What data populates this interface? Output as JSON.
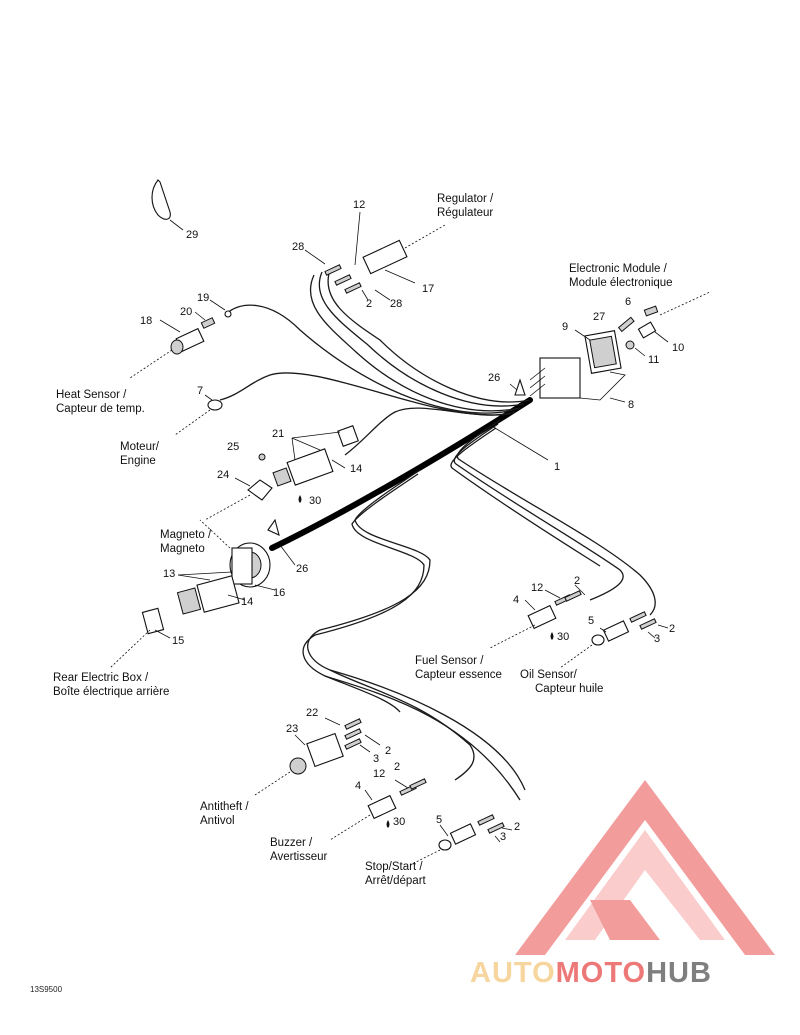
{
  "labels": {
    "regulator": [
      "Regulator /",
      "Régulateur"
    ],
    "electronic_module": [
      "Electronic Module /",
      "Module électronique"
    ],
    "heat_sensor": [
      "Heat Sensor /",
      "Capteur de temp."
    ],
    "engine": [
      "Moteur/",
      "Engine"
    ],
    "magneto": [
      "Magneto /",
      "Magneto"
    ],
    "rear_box": [
      "Rear Electric Box /",
      "Boîte électrique arrière"
    ],
    "fuel_sensor": [
      "Fuel Sensor /",
      "Capteur essence"
    ],
    "oil_sensor": [
      "Oil Sensor/",
      "Capteur huile"
    ],
    "antitheft": [
      "Antitheft /",
      "Antivol"
    ],
    "buzzer": [
      "Buzzer /",
      "Avertisseur"
    ],
    "stop_start": [
      "Stop/Start /",
      "Arrêt/départ"
    ]
  },
  "callouts": [
    {
      "id": "c29",
      "text": "29"
    },
    {
      "id": "c12a",
      "text": "12"
    },
    {
      "id": "c28a",
      "text": "28"
    },
    {
      "id": "c2a",
      "text": "2"
    },
    {
      "id": "c28b",
      "text": "28"
    },
    {
      "id": "c17",
      "text": "17"
    },
    {
      "id": "c6",
      "text": "6"
    },
    {
      "id": "c27",
      "text": "27"
    },
    {
      "id": "c9",
      "text": "9"
    },
    {
      "id": "c10",
      "text": "10"
    },
    {
      "id": "c11",
      "text": "11"
    },
    {
      "id": "c8",
      "text": "8"
    },
    {
      "id": "c26a",
      "text": "26"
    },
    {
      "id": "c1",
      "text": "1"
    },
    {
      "id": "c19",
      "text": "19"
    },
    {
      "id": "c20",
      "text": "20"
    },
    {
      "id": "c18",
      "text": "18"
    },
    {
      "id": "c7",
      "text": "7"
    },
    {
      "id": "c21",
      "text": "21"
    },
    {
      "id": "c25",
      "text": "25"
    },
    {
      "id": "c14a",
      "text": "14"
    },
    {
      "id": "c24",
      "text": "24"
    },
    {
      "id": "c30a",
      "text": "30"
    },
    {
      "id": "c26b",
      "text": "26"
    },
    {
      "id": "c13",
      "text": "13"
    },
    {
      "id": "c14b",
      "text": "14"
    },
    {
      "id": "c16",
      "text": "16"
    },
    {
      "id": "c15",
      "text": "15"
    },
    {
      "id": "c12b",
      "text": "12"
    },
    {
      "id": "c2b",
      "text": "2"
    },
    {
      "id": "c4a",
      "text": "4"
    },
    {
      "id": "c30b",
      "text": "30"
    },
    {
      "id": "c5a",
      "text": "5"
    },
    {
      "id": "c2c",
      "text": "2"
    },
    {
      "id": "c3a",
      "text": "3"
    },
    {
      "id": "c22",
      "text": "22"
    },
    {
      "id": "c23",
      "text": "23"
    },
    {
      "id": "c3b",
      "text": "3"
    },
    {
      "id": "c2d",
      "text": "2"
    },
    {
      "id": "c12c",
      "text": "12"
    },
    {
      "id": "c2e",
      "text": "2"
    },
    {
      "id": "c4b",
      "text": "4"
    },
    {
      "id": "c30c",
      "text": "30"
    },
    {
      "id": "c5b",
      "text": "5"
    },
    {
      "id": "c2f",
      "text": "2"
    },
    {
      "id": "c3c",
      "text": "3"
    }
  ],
  "drawing_code": "13S9500",
  "watermark": {
    "part1": "AUTO",
    "part2": "MOTO",
    "part3": "HUB",
    "color1": "#f5c77e",
    "color2": "#e84c4c",
    "color3": "#555555"
  }
}
